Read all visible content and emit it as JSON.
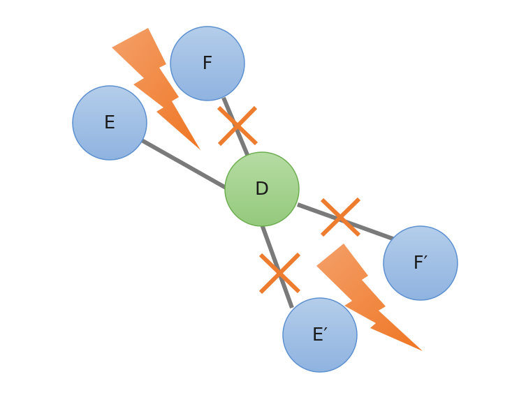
{
  "nodes": {
    "f": {
      "label": "F"
    },
    "e": {
      "label": "E"
    },
    "d": {
      "label": "D"
    },
    "f_prime": {
      "label": "F′"
    },
    "e_prime": {
      "label": "E′"
    }
  },
  "colors": {
    "blue_node_fill_top": "#b4cdea",
    "blue_node_fill_bottom": "#8fb3e0",
    "blue_node_stroke": "#5b8fd0",
    "green_node_fill_top": "#b6dca4",
    "green_node_fill_bottom": "#94c97c",
    "green_node_stroke": "#6cae4f",
    "link": "#7a7a7a",
    "cut_mark": "#ee7c2f",
    "lightning_top": "#f4a06a",
    "lightning_bottom": "#ef7522"
  },
  "icons": {
    "failure": "lightning-bolt-icon",
    "cut": "x-mark-icon"
  }
}
